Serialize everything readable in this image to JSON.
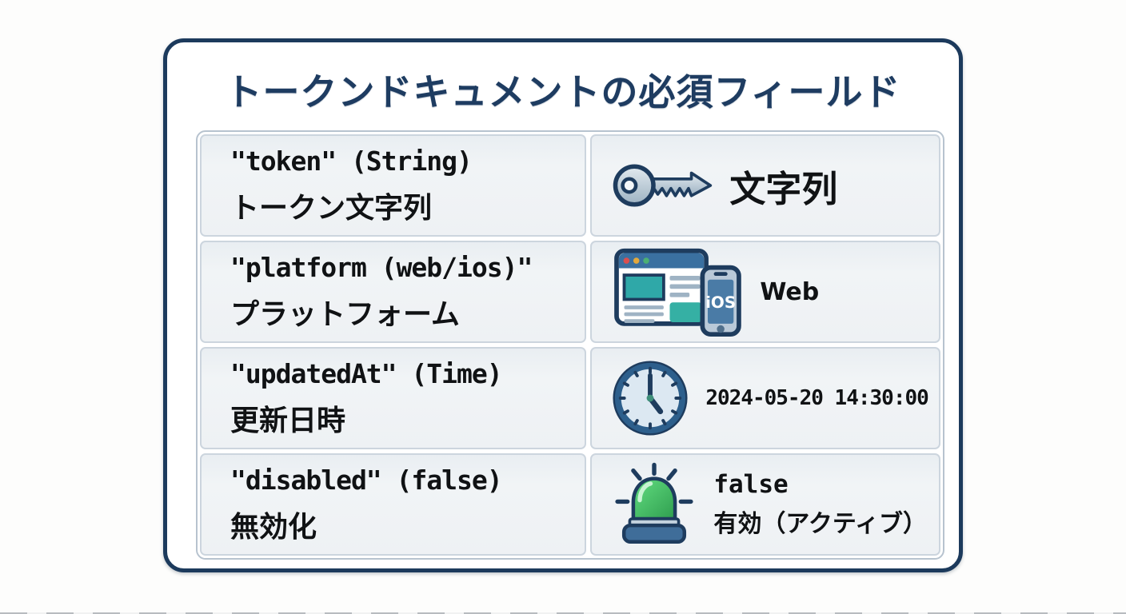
{
  "title": "トークンドキュメントの必須フィールド",
  "colors": {
    "frame_border": "#1c3a5c",
    "title_text": "#1e3c61",
    "cell_background": "#eef1f4",
    "table_border": "#b7c3cf",
    "icon_outline_navy": "#1e3c5e",
    "key_gray": "#b9c7d3",
    "browser_header_blue": "#3a70a0",
    "teal_block": "#2fa8a8",
    "phone_screen_blue": "#4a7ba6",
    "clock_ring_blue": "#2d5f8c",
    "siren_green": "#3fbf5f",
    "siren_base_blue": "#3f6d99"
  },
  "table": {
    "rows": [
      {
        "field_code": "\"token\" (String)",
        "field_label": "トークン文字列",
        "icon": "key-icon",
        "value_primary": "文字列",
        "value_secondary": ""
      },
      {
        "field_code": "\"platform (web/ios)\"",
        "field_label": "プラットフォーム",
        "icon": "web-ios-icon",
        "icon_text": "iOS",
        "value_primary": "Web",
        "value_secondary": ""
      },
      {
        "field_code": "\"updatedAt\" (Time)",
        "field_label": "更新日時",
        "icon": "clock-icon",
        "value_primary": "2024-05-20 14:30:00",
        "value_secondary": ""
      },
      {
        "field_code": "\"disabled\" (false)",
        "field_label": "無効化",
        "icon": "siren-icon",
        "value_primary": "false",
        "value_secondary": "有効（アクティブ）"
      }
    ]
  }
}
